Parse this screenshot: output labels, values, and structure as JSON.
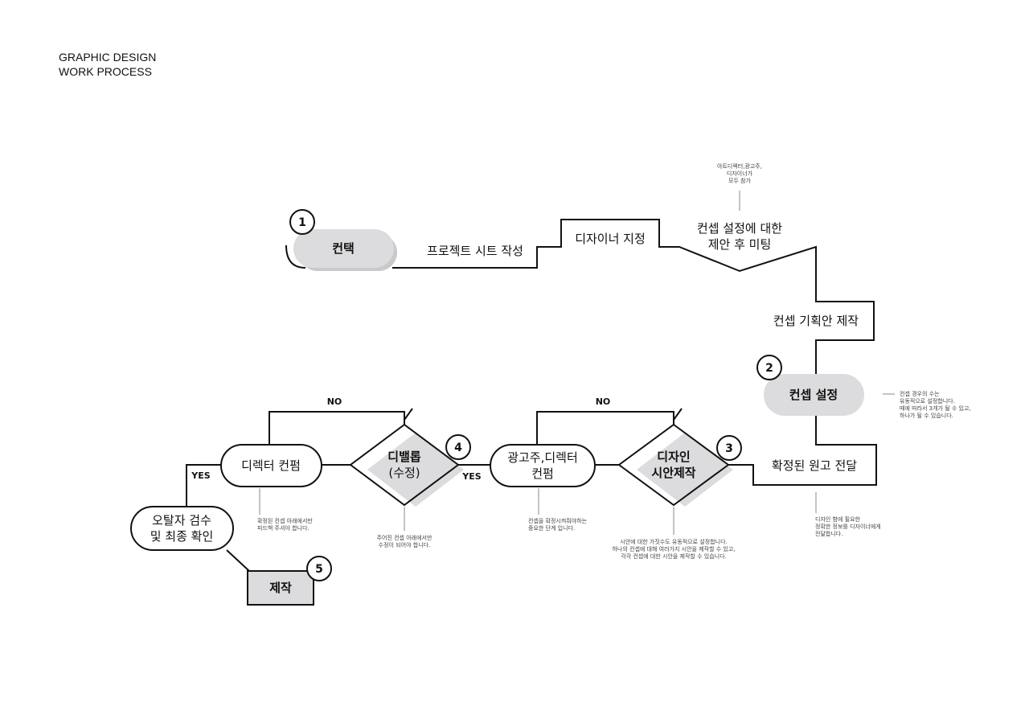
{
  "title": [
    "GRAPHIC DESIGN",
    "WORK PROCESS"
  ],
  "steps": {
    "s1": {
      "num": "1",
      "label": "컨택"
    },
    "s2": {
      "num": "2",
      "label": "컨셉 설정"
    },
    "s3": {
      "num": "3",
      "label": [
        "디자인",
        "시안제작"
      ]
    },
    "s4": {
      "num": "4",
      "label": [
        "디밸롭",
        "(수정)"
      ]
    },
    "s5": {
      "num": "5",
      "label": "제작"
    }
  },
  "path_labels": {
    "project_sheet": "프로젝트 시트 작성",
    "designer_assign": "디자이너 지정",
    "concept_meeting": [
      "컨셉 설정에 대한",
      "제안 후 미팅"
    ],
    "concept_plan": "컨셉 기획안 제작",
    "deliver": "확정된 원고 전달",
    "client_confirm": [
      "광고주,디렉터",
      "컨펌"
    ],
    "director_confirm": "디렉터 컨펌",
    "proofread": [
      "오탈자 검수",
      "및 최종 확인"
    ],
    "no1": "NO",
    "no2": "NO",
    "yes1": "YES",
    "yes2": "YES"
  },
  "notes": {
    "meeting": [
      "아트디렉터,광고주,",
      "디자이너가",
      "모두 참가"
    ],
    "concept": [
      "컨셉 경우의 수는",
      "유동적으로 설정합니다.",
      "때에 따라서 3개가 될 수 있고,",
      "하나가 될 수 있습니다."
    ],
    "deliver": [
      "디자인 함에 필요한",
      "정확한 정보를 디자이너에게",
      "전달합니다."
    ],
    "draft": [
      "시안에 대한 가짓수도 유동적으로 설정합니다.",
      "하나의 컨셉에 대해 여러가지 시안을 제작할 수 있고,",
      "각각 컨셉에 대한 시안을 제작할 수 있습니다."
    ],
    "client": [
      "컨셉을 확정시켜줘야하는",
      "중요한 단계 입니다."
    ],
    "develop": [
      "주어진 컨셉 아래에서만",
      "수정이 되어야 합니다."
    ],
    "director": [
      "확정된 컨셉 아래에서만",
      "피드백 주셔야 합니다."
    ]
  },
  "colors": {
    "fill": "#dcdcde",
    "line": "#111111"
  }
}
